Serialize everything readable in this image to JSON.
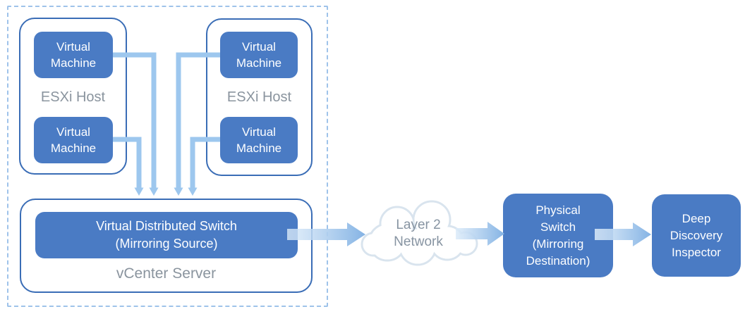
{
  "vcenter": {
    "server_label": "vCenter Server",
    "hosts": [
      {
        "label": "ESXi Host",
        "vms": [
          {
            "lines": [
              "Virtual",
              "Machine"
            ]
          },
          {
            "lines": [
              "Virtual",
              "Machine"
            ]
          }
        ]
      },
      {
        "label": "ESXi Host",
        "vms": [
          {
            "lines": [
              "Virtual",
              "Machine"
            ]
          },
          {
            "lines": [
              "Virtual",
              "Machine"
            ]
          }
        ]
      }
    ],
    "vds": {
      "lines": [
        "Virtual Distributed Switch",
        "(Mirroring Source)"
      ]
    }
  },
  "cloud": {
    "lines": [
      "Layer 2",
      "Network"
    ]
  },
  "physical_switch": {
    "lines": [
      "Physical",
      "Switch",
      "(Mirroring",
      "Destination)"
    ]
  },
  "inspector": {
    "lines": [
      "Deep",
      "Discovery",
      "Inspector"
    ]
  },
  "colors": {
    "node_blue": "#4a7bc4",
    "container_border_blue": "#3a6db6",
    "dashed_border_blue": "#9fc3ea",
    "mirror_arrow_blue": "#9dc7ee",
    "flow_arrow_gradient_start": "#e2eefa",
    "flow_arrow_gradient_end": "#84b3e4",
    "label_gray": "#8a949e",
    "cloud_outline": "#d9e4ee"
  }
}
